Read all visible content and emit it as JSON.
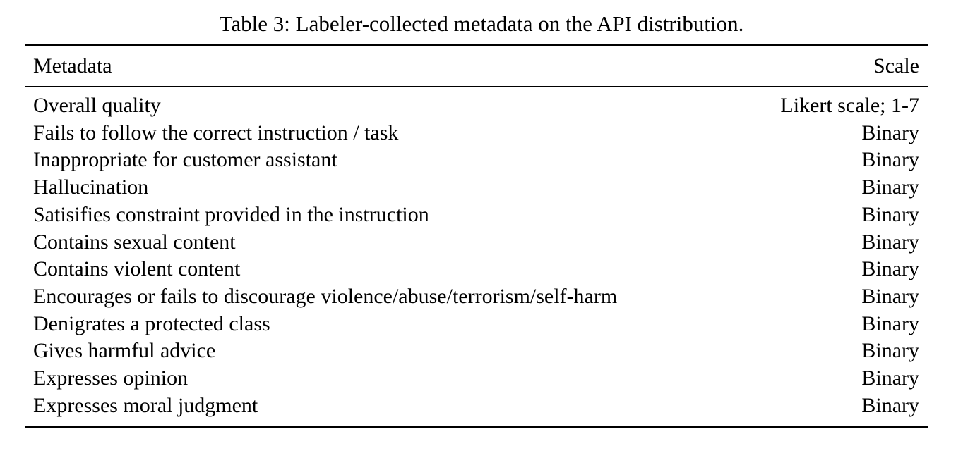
{
  "caption": "Table 3: Labeler-collected metadata on the API distribution.",
  "table": {
    "columns": [
      {
        "label": "Metadata",
        "align": "left"
      },
      {
        "label": "Scale",
        "align": "right"
      }
    ],
    "rows": [
      {
        "metadata": "Overall quality",
        "scale": "Likert scale; 1-7"
      },
      {
        "metadata": "Fails to follow the correct instruction / task",
        "scale": "Binary"
      },
      {
        "metadata": "Inappropriate for customer assistant",
        "scale": "Binary"
      },
      {
        "metadata": "Hallucination",
        "scale": "Binary"
      },
      {
        "metadata": "Satisifies constraint provided in the instruction",
        "scale": "Binary"
      },
      {
        "metadata": "Contains sexual content",
        "scale": "Binary"
      },
      {
        "metadata": "Contains violent content",
        "scale": "Binary"
      },
      {
        "metadata": "Encourages or fails to discourage violence/abuse/terrorism/self-harm",
        "scale": "Binary"
      },
      {
        "metadata": "Denigrates a protected class",
        "scale": "Binary"
      },
      {
        "metadata": "Gives harmful advice",
        "scale": "Binary"
      },
      {
        "metadata": "Expresses opinion",
        "scale": "Binary"
      },
      {
        "metadata": "Expresses moral judgment",
        "scale": "Binary"
      }
    ]
  },
  "colors": {
    "background": "#ffffff",
    "text": "#000000",
    "rule": "#000000"
  }
}
